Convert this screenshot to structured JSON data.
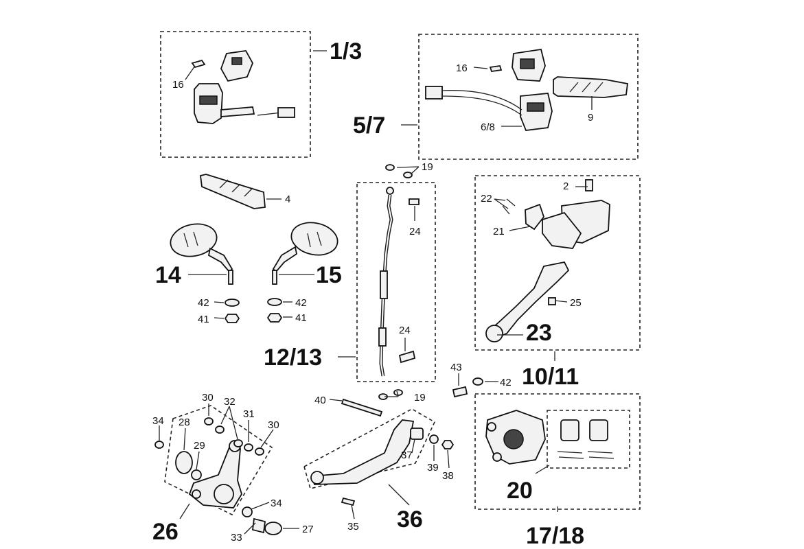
{
  "groups": {
    "switch_left": "1/3",
    "switch_right": "5/7",
    "brake_hose": "12/13",
    "master_cylinder": "10/11",
    "caliper_set": "17/18",
    "mirror_left": "14",
    "mirror_right": "15",
    "lever": "23",
    "caliper": "20",
    "bracket": "26",
    "link_arm": "36"
  },
  "labels": {
    "p16a": "16",
    "p16b": "16",
    "p6_8": "6/8",
    "p9": "9",
    "p4": "4",
    "p19a": "19",
    "p19b": "19",
    "p24a": "24",
    "p24b": "24",
    "p2": "2",
    "p22": "22",
    "p21": "21",
    "p25": "25",
    "p42a": "42",
    "p42b": "42",
    "p42c": "42",
    "p41a": "41",
    "p41b": "41",
    "p43": "43",
    "p40": "40",
    "p34a": "34",
    "p34b": "34",
    "p28": "28",
    "p29": "29",
    "p30a": "30",
    "p30b": "30",
    "p32": "32",
    "p31": "31",
    "p33": "33",
    "p27": "27",
    "p35": "35",
    "p37": "37",
    "p39": "39",
    "p38": "38"
  },
  "colors": {
    "line": "#222222",
    "background": "#ffffff"
  }
}
